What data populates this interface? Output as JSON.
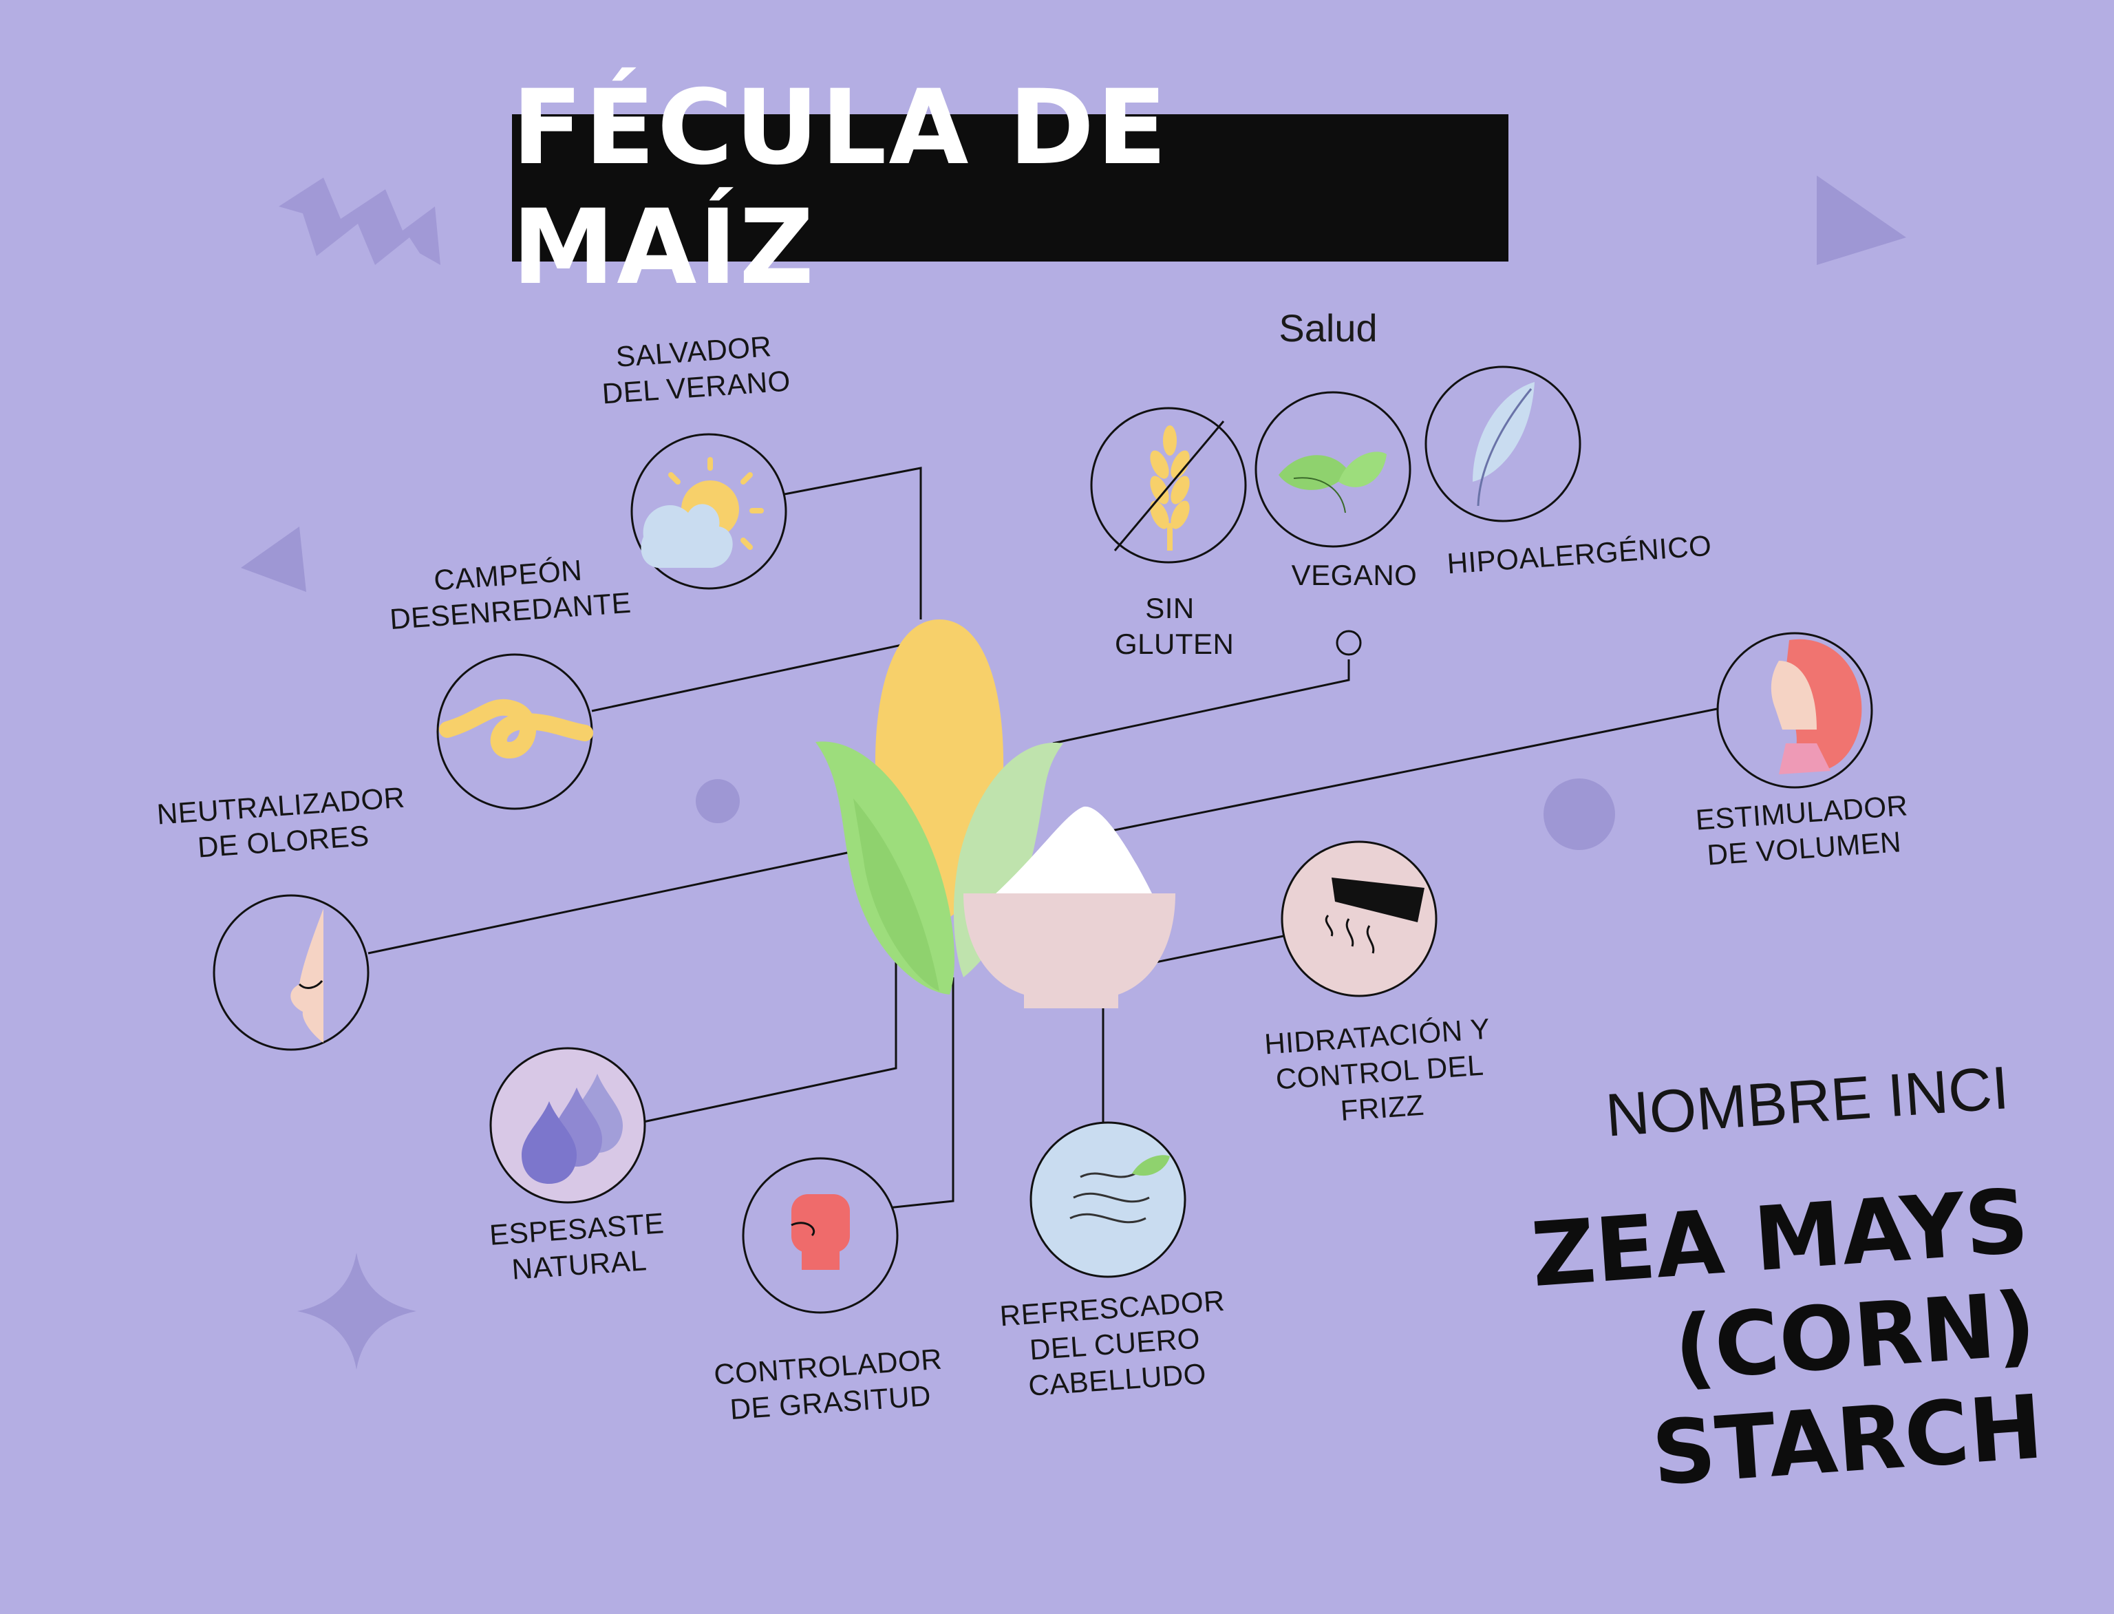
{
  "title": "FÉCULA DE MAÍZ",
  "salud": {
    "heading": "Salud",
    "items": [
      {
        "lines": [
          "SIN",
          "GLUTEN"
        ],
        "icon": "wheat-crossed-icon"
      },
      {
        "lines": [
          "VEGANO"
        ],
        "icon": "leaves-icon"
      },
      {
        "lines": [
          "HIPOALERGÉNICO"
        ],
        "icon": "feather-icon"
      }
    ]
  },
  "benefits": {
    "salvador": {
      "lines": [
        "SALVADOR",
        "DEL VERANO"
      ],
      "icon": "sun-cloud-icon"
    },
    "campeon": {
      "lines": [
        "CAMPEÓN",
        "DESENREDANTE"
      ],
      "icon": "knot-icon"
    },
    "neutralizador": {
      "lines": [
        "NEUTRALIZADOR",
        "DE OLORES"
      ],
      "icon": "nose-icon"
    },
    "espesaste": {
      "lines": [
        "ESPESASTE",
        "NATURAL"
      ],
      "icon": "drops-icon"
    },
    "controlador": {
      "lines": [
        "CONTROLADOR",
        "DE GRASITUD"
      ],
      "icon": "boxing-glove-icon"
    },
    "refrescador": {
      "lines": [
        "REFRESCADOR",
        "DEL CUERO",
        "CABELLUDO"
      ],
      "icon": "wind-leaf-icon"
    },
    "hidratacion": {
      "lines": [
        "HIDRATACIÓN Y",
        "CONTROL DEL",
        "FRIZZ"
      ],
      "icon": "comb-icon"
    },
    "estimulador": {
      "lines": [
        "ESTIMULADOR",
        "DE VOLUMEN"
      ],
      "icon": "woman-profile-icon"
    }
  },
  "inci": {
    "label": "NOMBRE INCI",
    "name_lines": [
      "ZEA MAYS",
      "(CORN) STARCH"
    ]
  },
  "colors": {
    "background": "#b4aee3",
    "corn": "#f7d06a",
    "husk": "#9ddd7c",
    "husk_light": "#bfe3ad",
    "bowl": "#ead2d4",
    "accent_deco": "#9e97d4",
    "title_box": "#0d0d0d"
  }
}
